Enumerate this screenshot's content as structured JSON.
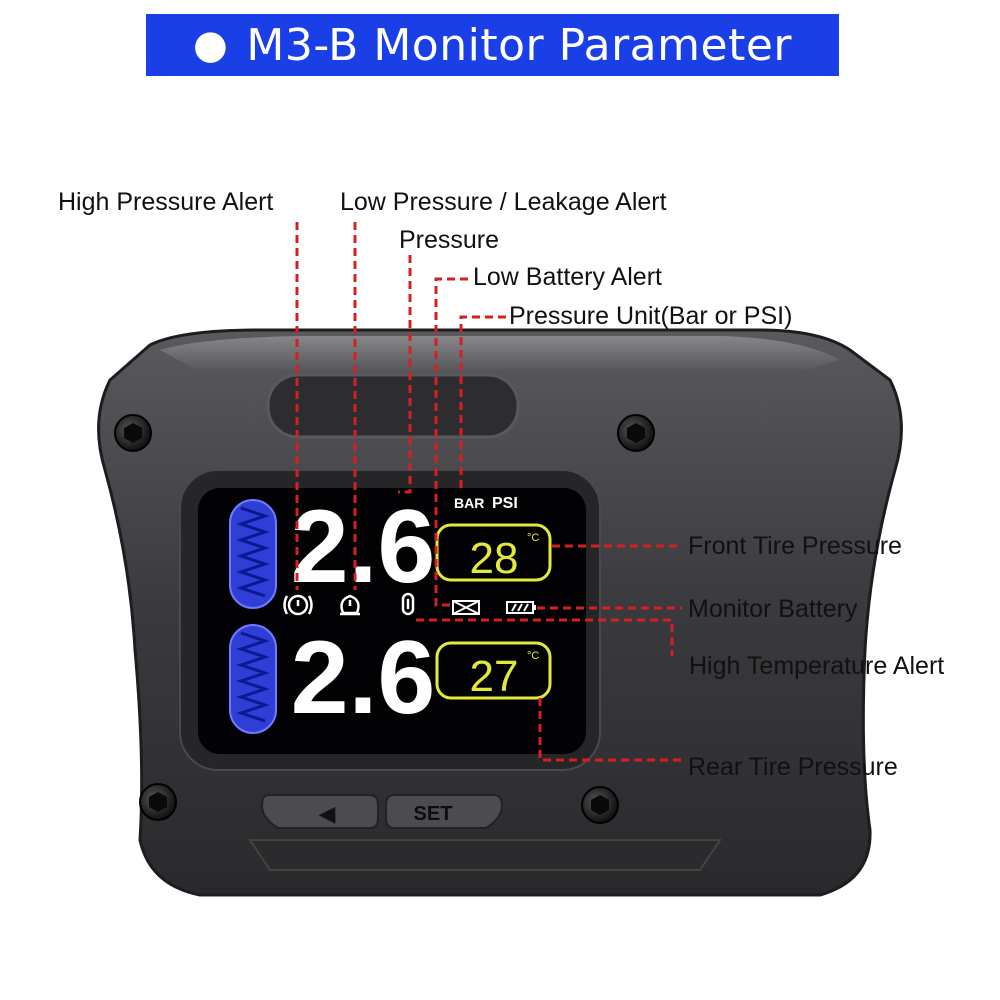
{
  "banner": {
    "bullet": "●",
    "title": "M3-B Monitor Parameter"
  },
  "labels": {
    "high_pressure_alert": "High Pressure Alert",
    "low_pressure_leakage_alert": "Low Pressure / Leakage Alert",
    "pressure": "Pressure",
    "low_battery_alert": "Low Battery Alert",
    "pressure_unit": "Pressure Unit(Bar or PSI)",
    "front_tire_pressure": "Front Tire Pressure",
    "monitor_battery": "Monitor Battery",
    "high_temperature_alert": "High Temperature Alert",
    "rear_tire_pressure": "Rear Tire Pressure"
  },
  "display": {
    "unit_bar": "BAR",
    "unit_psi": "PSI",
    "front_pressure": "2.6",
    "rear_pressure": "2.6",
    "front_temp": "28",
    "rear_temp": "27",
    "temp_unit": "°C"
  },
  "buttons": {
    "left": "◀",
    "set": "SET"
  },
  "colors": {
    "banner": "#1b3fe6",
    "leader_line": "#d42020",
    "temp_frame": "#e3e93a",
    "tire_icon": "#2f3fd6",
    "lcd_bg": "#020205"
  }
}
